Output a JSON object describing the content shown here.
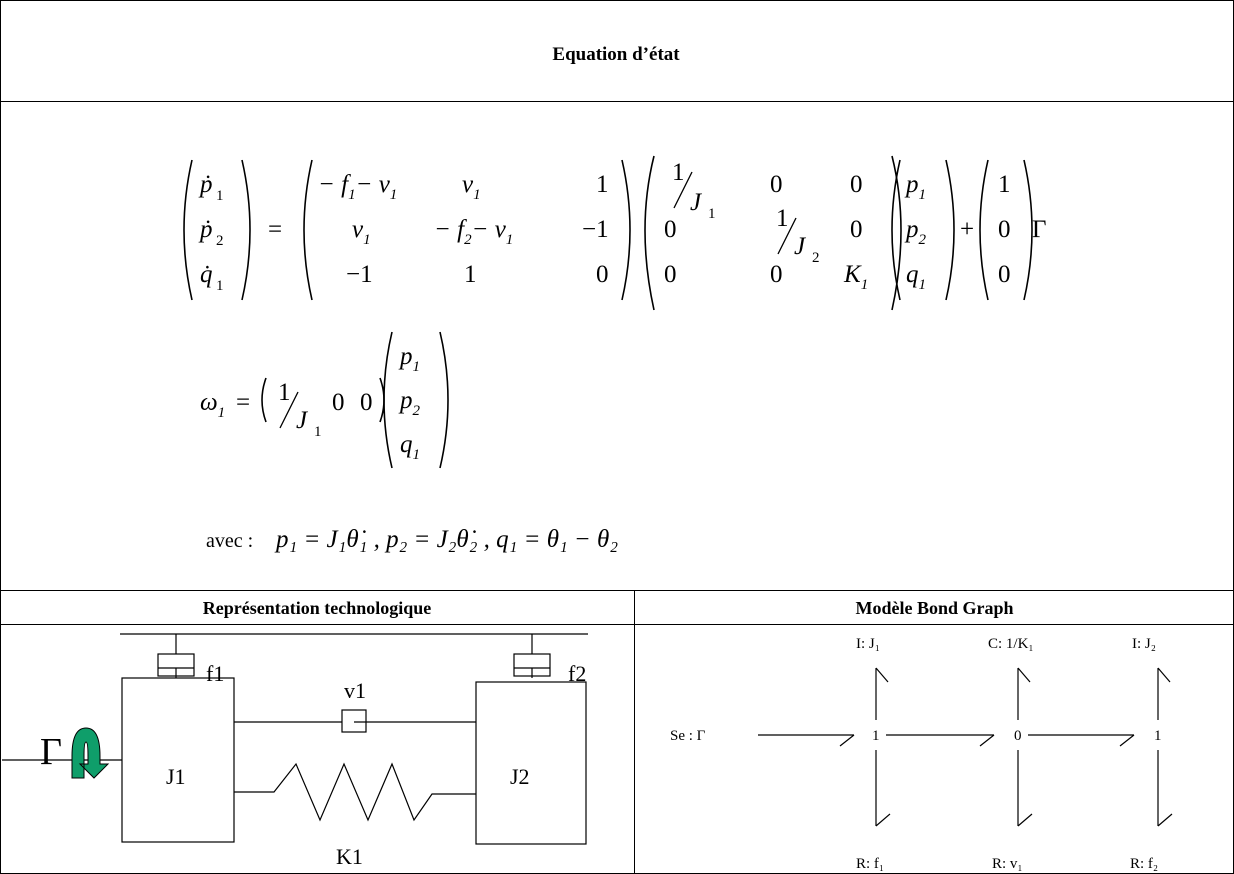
{
  "header": {
    "title": "Equation d’état"
  },
  "equations": {
    "state": {
      "lhs": [
        "ṗ",
        "ṗ",
        "q̇"
      ],
      "lhs_sub": [
        "1",
        "2",
        "1"
      ],
      "matA_row1": [
        "− f",
        "1",
        "− v",
        "1",
        "v",
        "1",
        "1"
      ],
      "matA_row2": [
        "v",
        "1",
        "− f",
        "2",
        "− v",
        "1",
        "−1"
      ],
      "matA_row3": [
        "−1",
        "1",
        "0"
      ],
      "matB": [
        "0",
        "0",
        "0",
        "0",
        "0",
        "0"
      ],
      "matB_frac": [
        "1",
        "J",
        "1",
        "1",
        "J",
        "2"
      ],
      "matB_k": [
        "K",
        "1"
      ],
      "vec": [
        "p",
        "1",
        "p",
        "2",
        "q",
        "1"
      ],
      "input": [
        "1",
        "0",
        "0"
      ],
      "gamma": "Γ",
      "plus": "+",
      "eq": "="
    },
    "output": {
      "lhs": "ω",
      "lhs_sub": "1",
      "frac": [
        "1",
        "J",
        "1"
      ],
      "zeros": [
        "0",
        "0"
      ],
      "vec": [
        "p",
        "1",
        "p",
        "2",
        "q",
        "1"
      ]
    },
    "avec": {
      "label": "avec :",
      "text": "p₁ = J₁θ̇₁ ,  p₂ = J₂θ̇₂ ,  q₁ = θ₁ − θ₂"
    }
  },
  "sections": {
    "left_title": "Représentation technologique",
    "right_title": "Modèle Bond Graph"
  },
  "tech": {
    "f1": "f1",
    "f2": "f2",
    "v1": "v1",
    "J1": "J1",
    "J2": "J2",
    "K1": "K1",
    "gamma": "Γ",
    "arrow_color": "#0f9e6a"
  },
  "bondgraph": {
    "source": "Se :",
    "source_gamma": "Γ",
    "junctions": [
      "1",
      "0",
      "1"
    ],
    "top": [
      "I: J₁",
      "C: 1/K₁",
      "I: J₂"
    ],
    "bottom": [
      "R: f₁",
      "R: v₁",
      "R: f₂"
    ]
  }
}
